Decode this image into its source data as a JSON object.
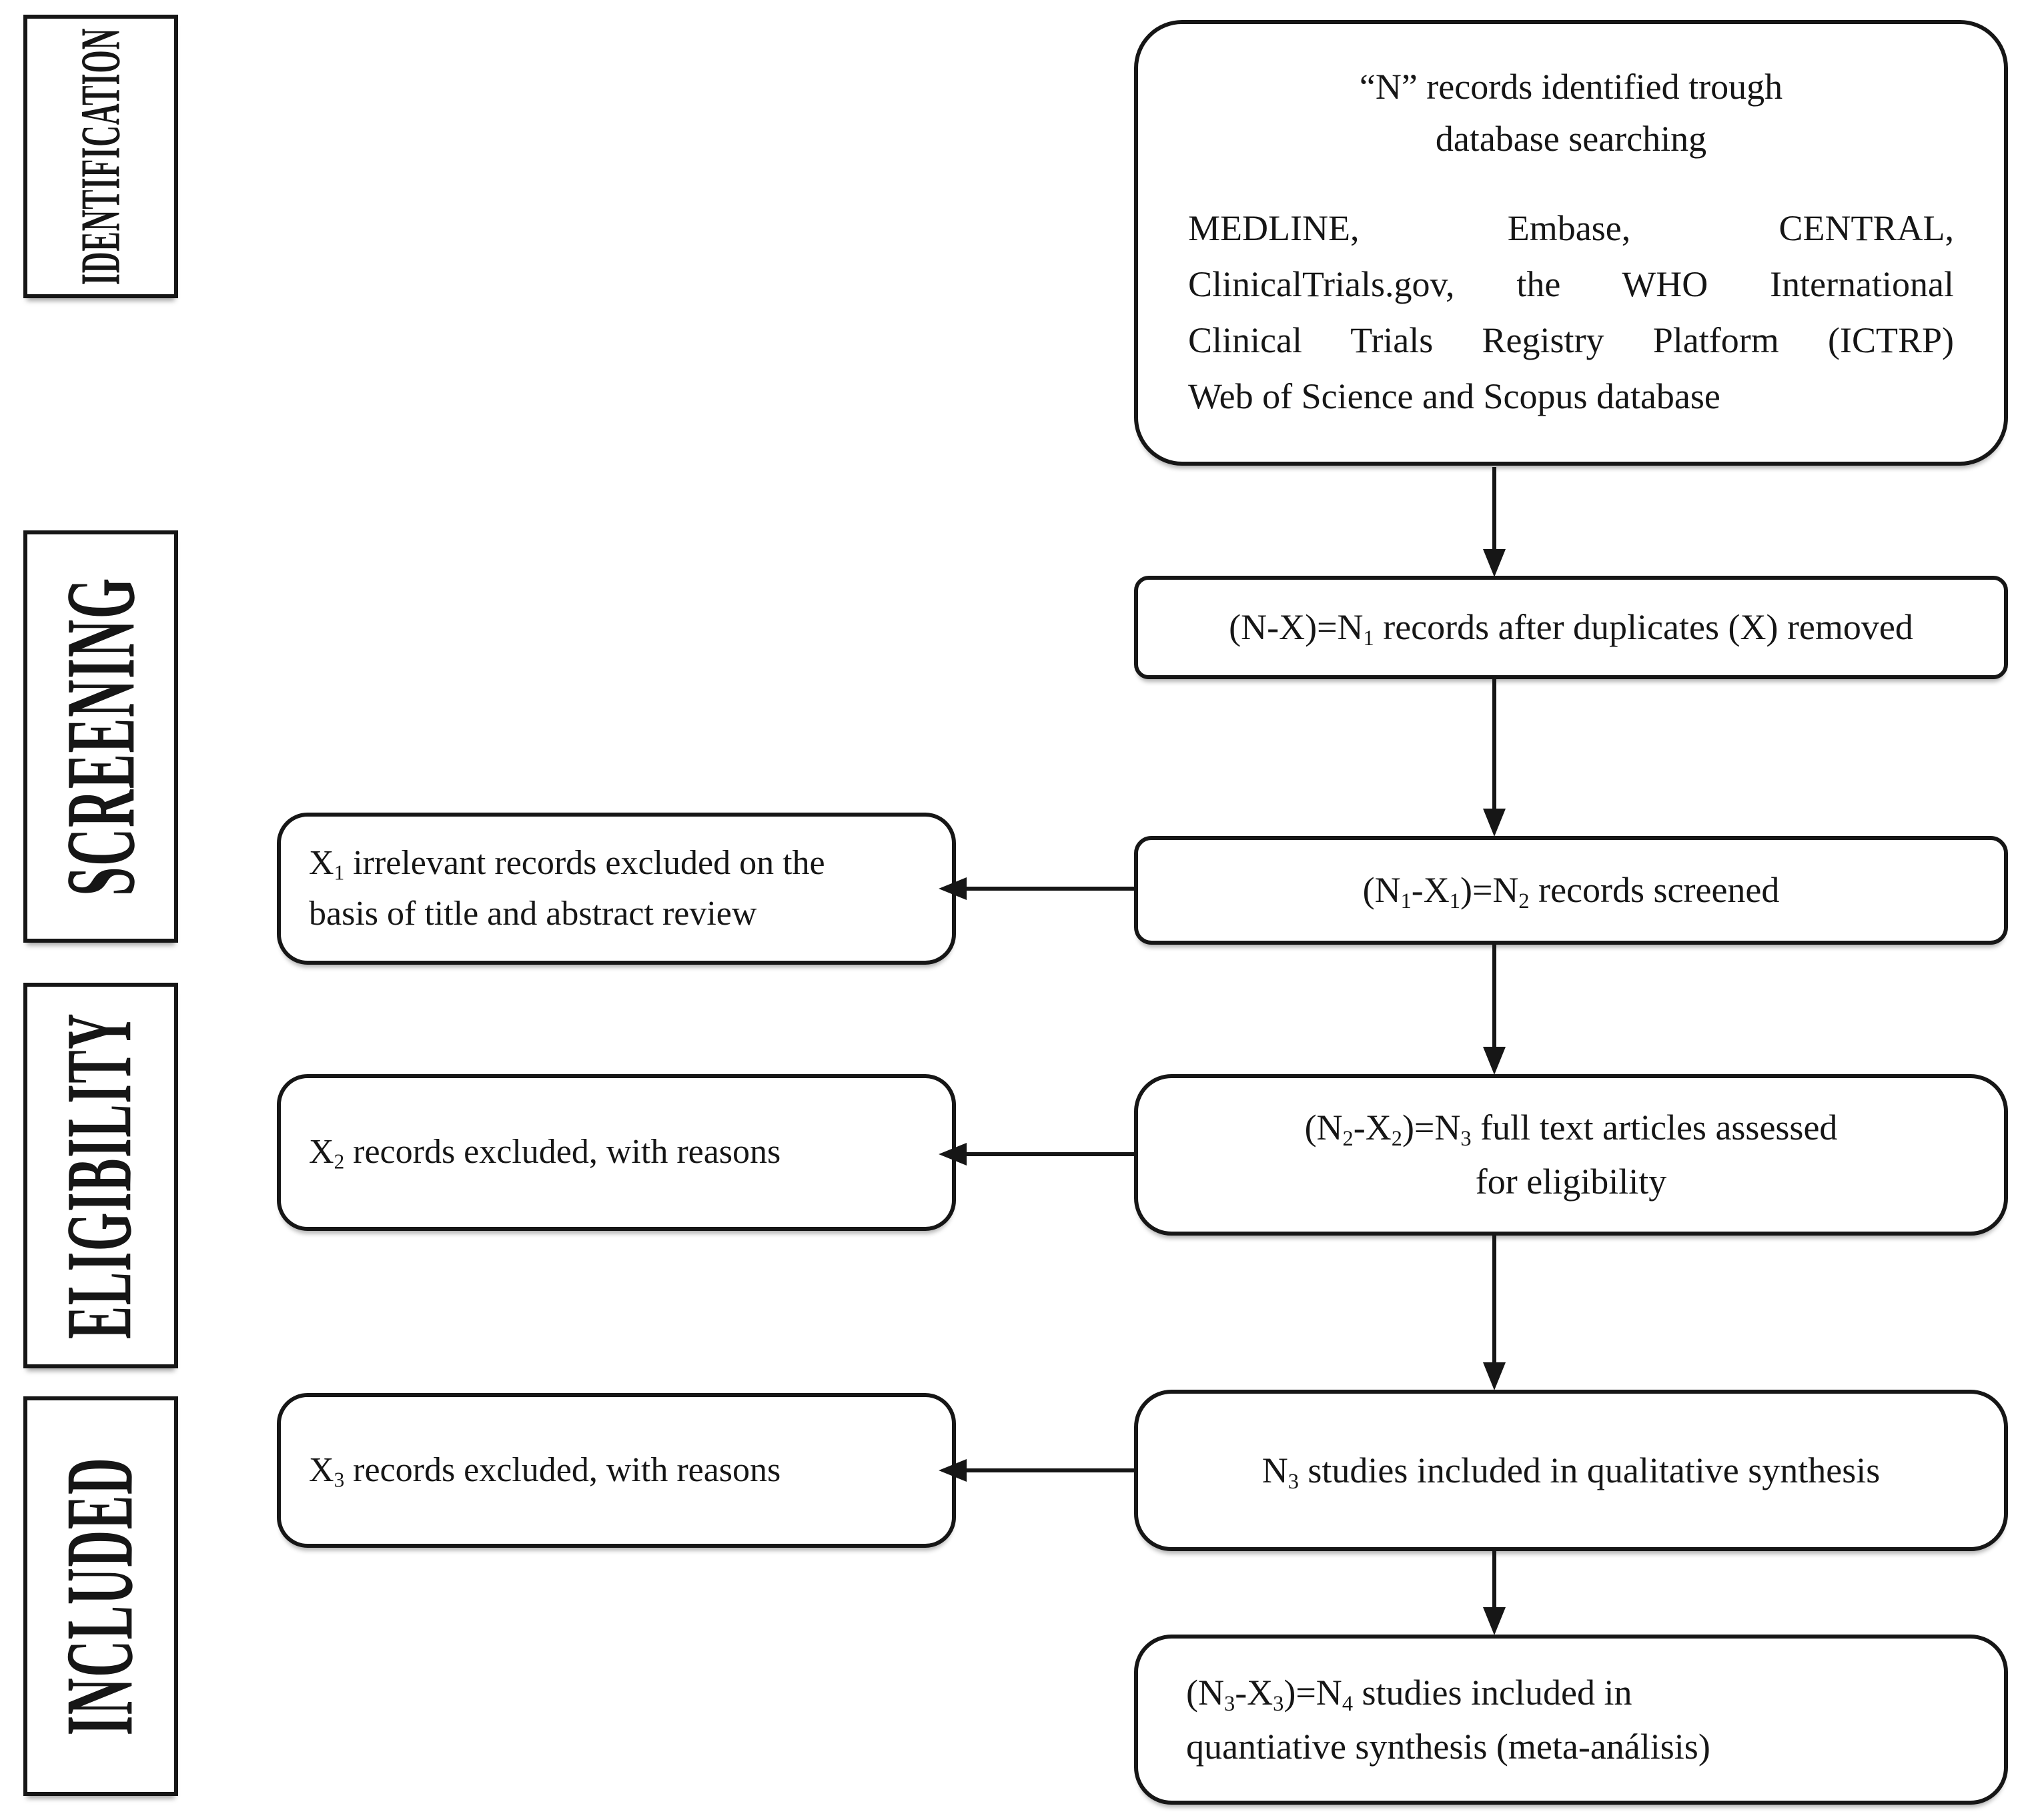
{
  "colors": {
    "ink": "#161616",
    "paper": "#ffffff"
  },
  "sidebar": {
    "stages": [
      {
        "label": "IDENTIFICATION"
      },
      {
        "label": "SCREENING"
      },
      {
        "label": "ELIGIBILITY"
      },
      {
        "label": "INCLUDED"
      }
    ]
  },
  "flow": {
    "identification": {
      "heading_lines": [
        "“N” records identified trough",
        "database searching"
      ],
      "source_lines": [
        "MEDLINE, Embase, CENTRAL,",
        "ClinicalTrials.gov, the WHO International",
        "Clinical Trials Registry Platform (ICTRP)",
        "Web of Science and Scopus database"
      ]
    },
    "duplicates_removed": {
      "text": "(N-X)=N₁ records after duplicates (X) removed"
    },
    "records_screened": {
      "text": "(N₁-X₁)=N₂ records screened"
    },
    "fulltext_assessed": {
      "lines": [
        "(N₂-X₂)=N₃ full text articles assessed",
        "for eligibility"
      ]
    },
    "qualitative_synthesis": {
      "text": "N₃ studies included in qualitative synthesis"
    },
    "quantitative_synthesis": {
      "lines": [
        "(N₃-X₃)=N₄ studies included in",
        "quantiative synthesis (meta-análisis)"
      ]
    }
  },
  "exclusions": [
    {
      "lines": [
        "X₁ irrelevant records excluded on the",
        "basis of title and abstract review"
      ]
    },
    {
      "lines": [
        "X₂ records excluded, with reasons"
      ]
    },
    {
      "lines": [
        "X₃ records excluded, with reasons"
      ]
    }
  ]
}
